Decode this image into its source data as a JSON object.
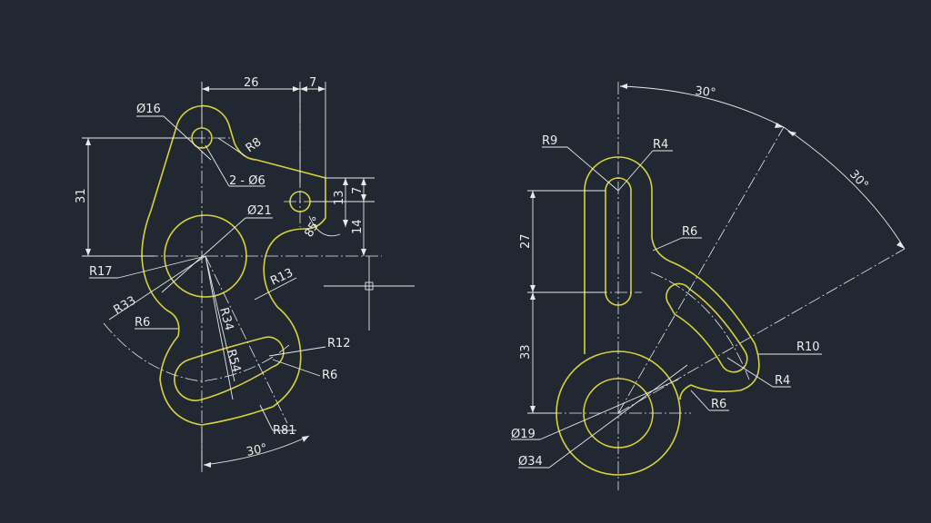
{
  "colors": {
    "background": "#222831",
    "geometry": "#d8d23a",
    "dimension": "#e8e8e8"
  },
  "left_part": {
    "dims": {
      "d26": "26",
      "d7": "7",
      "d16": "Ø16",
      "r8": "R8",
      "d2x6": "2 - Ø6",
      "d31": "31",
      "d13": "13",
      "d7v": "7",
      "d14": "14",
      "a85": "85°",
      "d21": "Ø21",
      "r17": "R17",
      "r13": "R13",
      "r33": "R33",
      "r6a": "R6",
      "r34": "R34",
      "r54": "R54",
      "r12": "R12",
      "r6b": "R6",
      "r81": "R81",
      "a30": "30°"
    }
  },
  "right_part": {
    "dims": {
      "a30top": "30°",
      "a30side": "30°",
      "r9": "R9",
      "r4a": "R4",
      "r6a": "R6",
      "d27": "27",
      "d33": "33",
      "r10": "R10",
      "r4b": "R4",
      "r6b": "R6",
      "d19": "Ø19",
      "d34": "Ø34"
    }
  }
}
